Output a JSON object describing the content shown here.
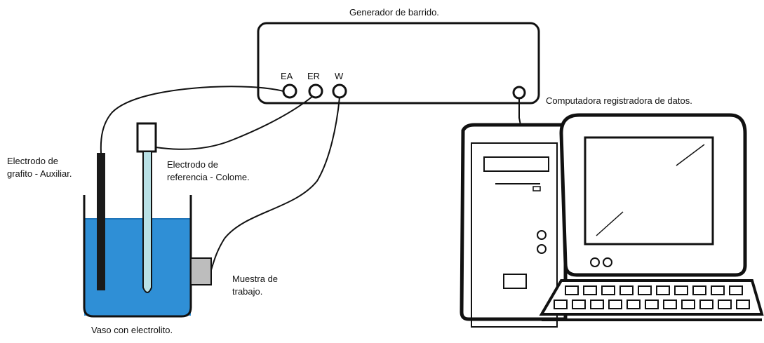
{
  "labels": {
    "sweep_generator": "Generador de barrido.",
    "port_ea": "EA",
    "port_er": "ER",
    "port_w": "W",
    "computer": "Computadora registradora de datos.",
    "graphite_electrode": "Electrodo de\ngrafito - Auxiliar.",
    "reference_electrode": "Electrodo de\nreferencia - Colome.",
    "work_sample": "Muestra de\ntrabajo.",
    "beaker": "Vaso con electrolito."
  },
  "colors": {
    "line": "#111111",
    "electrolyte": "#2f8fd6",
    "electrolyte_dark": "#1f74b8",
    "sample": "#bdbdbd",
    "reference_rod": "#b9e1e6"
  }
}
